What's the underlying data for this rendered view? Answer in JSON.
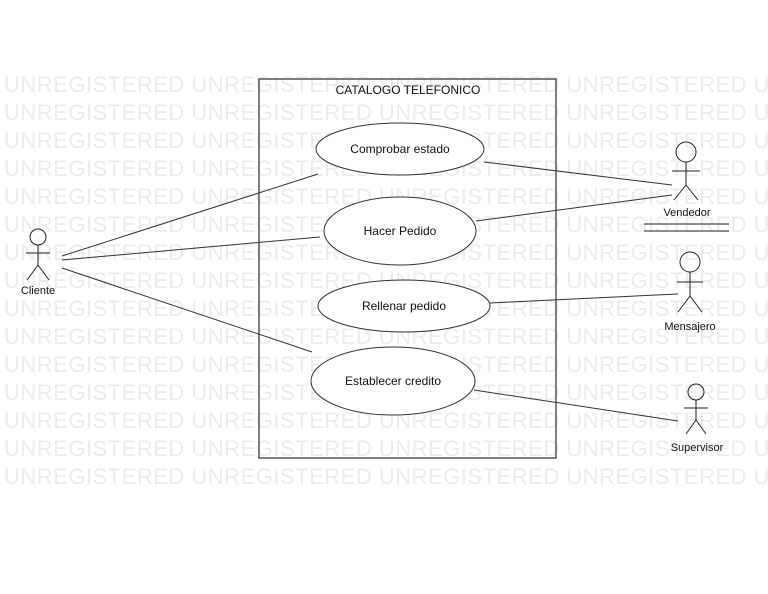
{
  "watermark": {
    "text": "UNREGISTERED UNREGISTERED UNREGISTERED UNREGISTERED UNREGISTERED",
    "line_count": 15
  },
  "system": {
    "title": "CATALOGO TELEFONICO"
  },
  "use_cases": [
    {
      "id": "comprobar",
      "label": "Comprobar estado"
    },
    {
      "id": "hacer",
      "label": "Hacer Pedido"
    },
    {
      "id": "rellenar",
      "label": "Rellenar pedido"
    },
    {
      "id": "establecer",
      "label": "Establecer credito"
    }
  ],
  "actors": [
    {
      "id": "cliente",
      "label": "Cliente"
    },
    {
      "id": "vendedor",
      "label": "Vendedor"
    },
    {
      "id": "mensajero",
      "label": "Mensajero"
    },
    {
      "id": "supervisor",
      "label": "Supervisor"
    }
  ],
  "colors": {
    "line": "#333333",
    "watermark": "#ececec"
  }
}
